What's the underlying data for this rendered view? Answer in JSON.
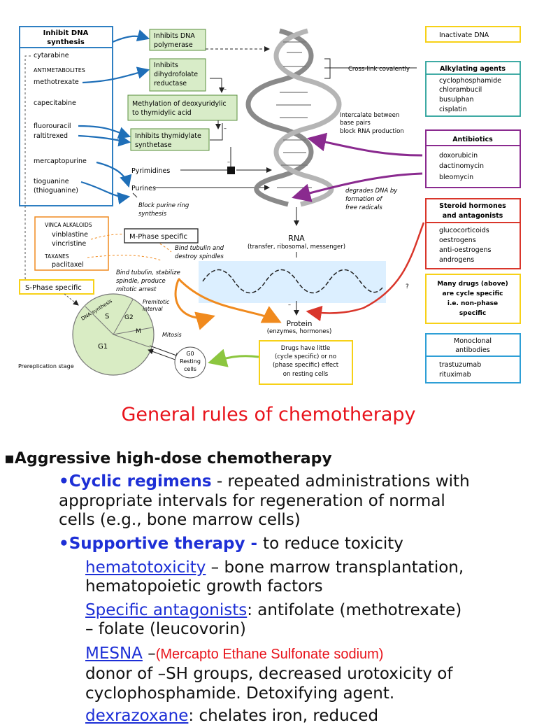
{
  "diagram": {
    "left_box": {
      "title": [
        "Inhibit DNA",
        "synthesis"
      ],
      "items": [
        "cytarabine",
        "ANTIMETABOLITES",
        "methotrexate",
        "capecitabine",
        "fluorouracil",
        "raltitrexed",
        "mercaptopurine",
        "tioguanine",
        "(thioguanine)"
      ]
    },
    "mech_boxes": {
      "polymerase": [
        "Inhibits DNA",
        "polymerase"
      ],
      "dhfr": [
        "Inhibits",
        "dihydrofolate",
        "reductase"
      ],
      "methylation": [
        "Methylation of deoxyuridylic",
        "to thymidylic acid"
      ],
      "thymidylate": [
        "Inhibits thymidylate",
        "synthetase"
      ]
    },
    "pyrimidines": "Pyrimidines",
    "purines": "Purines",
    "block_purine": [
      "Block purine ring",
      "synthesis"
    ],
    "vinca_box": {
      "items": [
        "VINCA ALKALOIDS",
        "vinblastine",
        "vincristine",
        "TAXANES",
        "paclitaxel"
      ]
    },
    "m_phase": "M-Phase specific",
    "bind_tubulin_1": [
      "Bind tubulin and",
      "destroy spindles"
    ],
    "bind_tubulin_2": [
      "Bind tubulin, stabilize",
      "spindle, produce",
      "mitotic arrest"
    ],
    "s_phase": "S-Phase specific",
    "cell_cycle": {
      "dna_synthesis": "DNA synthesis",
      "s": "S",
      "g2": "G2",
      "m": "M",
      "g1": "G1",
      "premitotic": [
        "Premitotic",
        "interval"
      ],
      "mitosis": "Mitosis",
      "g0": [
        "G0",
        "Resting",
        "cells"
      ],
      "prereplication": "Prereplication stage"
    },
    "resting_box": [
      "Drugs have little",
      "(cycle specific) or no",
      "(phase specific) effect",
      "on resting cells"
    ],
    "cross_link": "Cross-link covalently",
    "intercalate": [
      "Intercalate between",
      "base pairs",
      "block RNA production"
    ],
    "degrades": [
      "degrades DNA by",
      "formation of",
      "free radicals"
    ],
    "rna": "RNA",
    "rna_sub": "(transfer, ribosomal, messenger)",
    "protein": "Protein",
    "protein_sub": "(enzymes, hormones)",
    "question": "?",
    "right_boxes": {
      "inactivate": "Inactivate DNA",
      "alkylating": {
        "title": "Alkylating agents",
        "items": [
          "cyclophosphamide",
          "chlorambucil",
          "busulphan",
          "cisplatin"
        ]
      },
      "antibiotics": {
        "title": "Antibiotics",
        "items": [
          "doxorubicin",
          "dactinomycin",
          "bleomycin"
        ]
      },
      "steroid": {
        "title": [
          "Steroid hormones",
          "and antagonists"
        ],
        "items": [
          "glucocorticoids",
          "oestrogens",
          "anti-oestrogens",
          "androgens"
        ]
      },
      "many_drugs": [
        "Many drugs (above)",
        "are cycle specific",
        "i.e. non-phase",
        "specific"
      ],
      "monoclonal": {
        "title": [
          "Monoclonal",
          "antibodies"
        ],
        "items": [
          "trastuzumab",
          "rituximab"
        ]
      }
    }
  },
  "slide": {
    "title": "General rules of chemotherapy",
    "bullet_main": "Aggressive high-dose chemotherapy",
    "cyclic": {
      "label": "Cyclic regimens",
      "text": " - repeated administrations with",
      "line2": "appropriate intervals for regeneration of normal",
      "line3": "cells (e.g., bone marrow cells)"
    },
    "supportive": {
      "label": "Supportive therapy - ",
      "text": "to reduce toxicity"
    },
    "hemato": {
      "link": "hematotoxicity",
      "text": " – bone marrow transplantation,",
      "line2": "hematopoietic growth factors"
    },
    "antagonists": {
      "link": "Specific antagonists",
      "text": ": antifolate (methotrexate)",
      "line2": "– folate (leucovorin)"
    },
    "mesna": {
      "link": "MESNA",
      "dash": " –",
      "red": "(Mercapto Ethane Sulfonate sodium)",
      "line2": "donor of –SH groups, decreased urotoxicity of",
      "line3": "cyclophosphamide. Detoxifying agent."
    },
    "dexra": {
      "link": "dexrazoxane",
      "text": ": chelates iron, reduced"
    }
  },
  "colors": {
    "title_red": "#e8131b",
    "link_blue": "#1d2fd6",
    "box_blue": "#2e7fc2",
    "green_box": "#d8ecc8",
    "yellow": "#f7d117",
    "purple": "#8a2a8f",
    "orange": "#f08a1e",
    "red_box": "#d9362b"
  }
}
